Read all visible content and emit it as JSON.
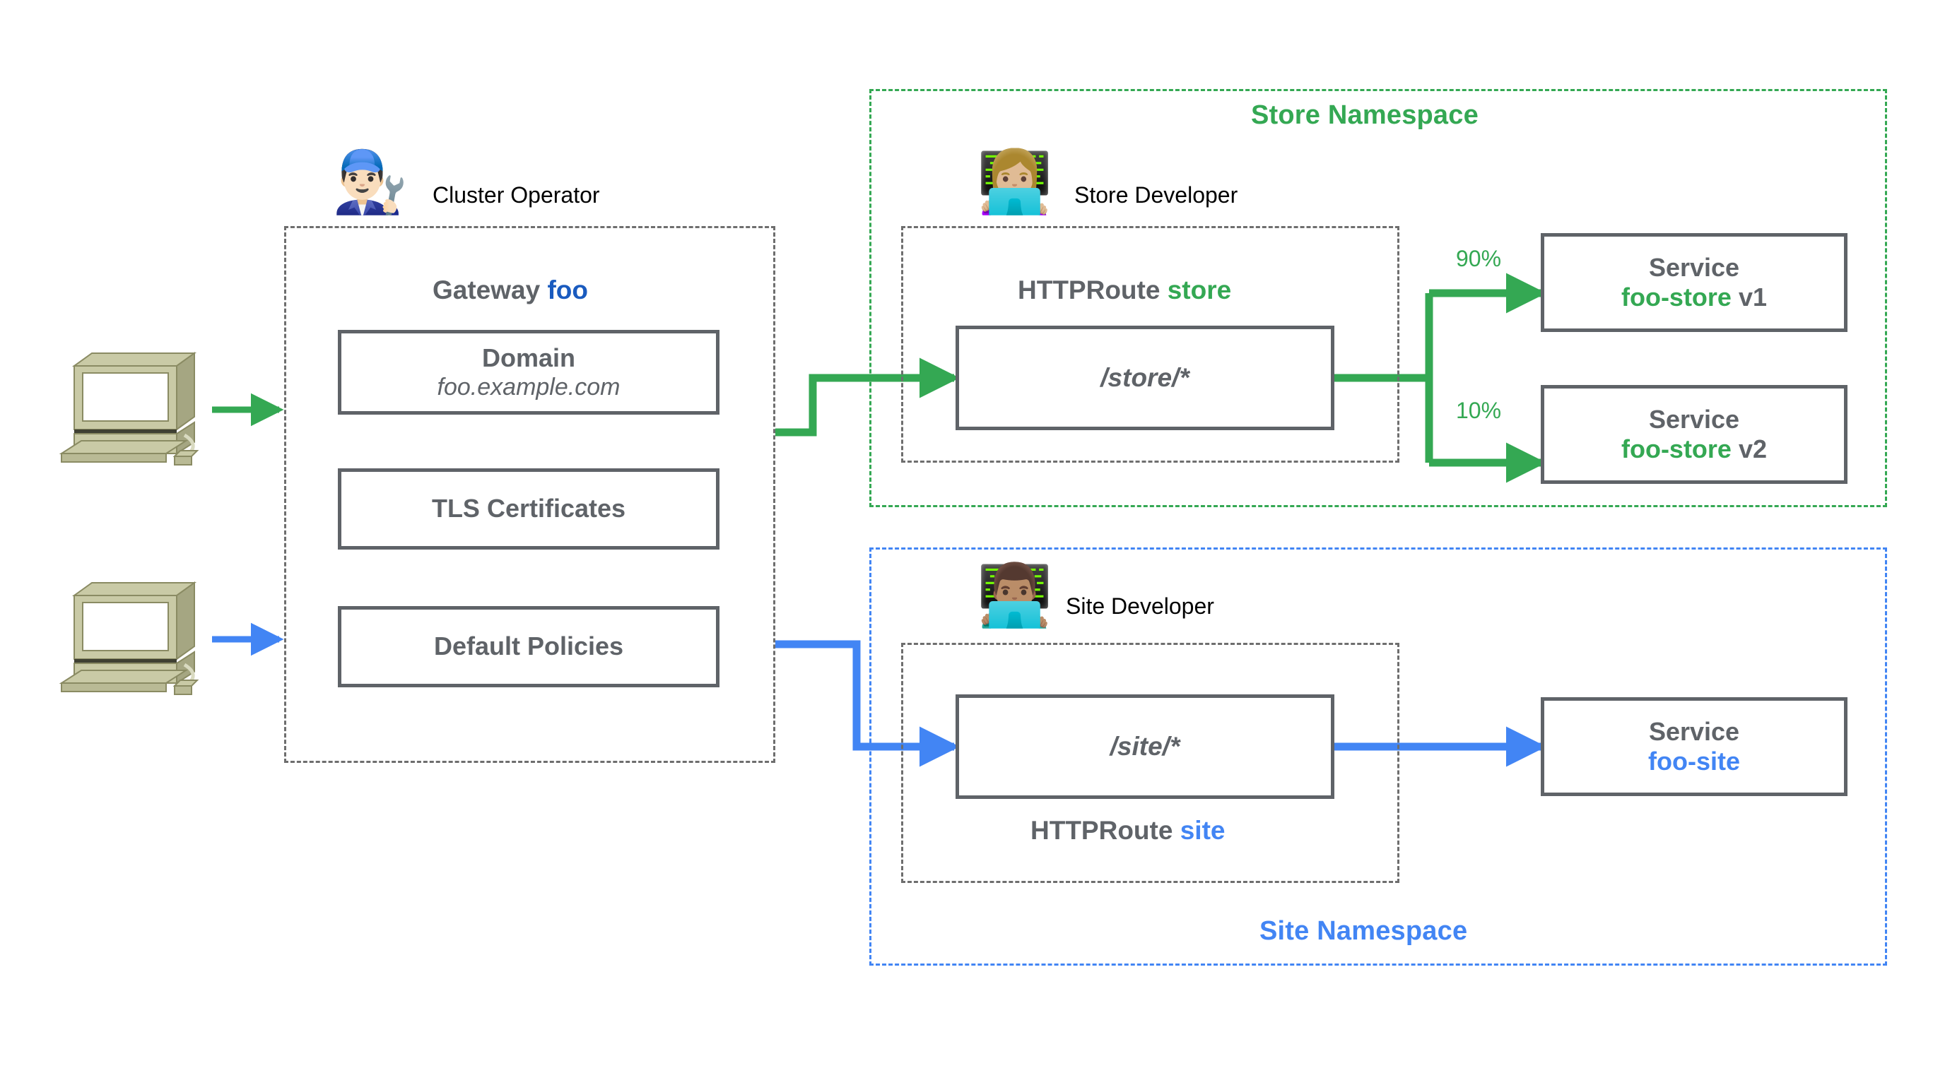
{
  "colors": {
    "green": "#34a853",
    "blue": "#4285f4",
    "deep_blue": "#1a5bbf",
    "grey_border": "#5f6368",
    "dashed_grey": "#6e6e6e",
    "text_black": "#000000",
    "background": "#ffffff"
  },
  "clients": [
    {
      "name": "client-computer-top",
      "icon": "desktop-computer-icon",
      "arrow_color": "#34a853"
    },
    {
      "name": "client-computer-bottom",
      "icon": "desktop-computer-icon",
      "arrow_color": "#4285f4"
    }
  ],
  "cluster": {
    "persona": {
      "emoji": "mechanic-icon",
      "glyph": "👨🏻‍🔧",
      "label": "Cluster Operator"
    },
    "gateway": {
      "caption_prefix": "Gateway",
      "caption_name": "foo",
      "boxes": [
        {
          "title": "Domain",
          "subtitle": "foo.example.com"
        },
        {
          "title": "TLS Certificates",
          "subtitle": ""
        },
        {
          "title": "Default Policies",
          "subtitle": ""
        }
      ]
    }
  },
  "namespaces": [
    {
      "id": "store",
      "label": "Store Namespace",
      "accent": "#34a853",
      "persona": {
        "emoji": "woman-technologist-icon",
        "glyph": "👩🏼‍💻",
        "label": "Store Developer"
      },
      "route": {
        "caption_prefix": "HTTPRoute",
        "caption_name": "store",
        "caption_position": "above",
        "path": "/store/*"
      },
      "backends": [
        {
          "title": "Service",
          "name": "foo-store",
          "version": "v1",
          "weight": "90%"
        },
        {
          "title": "Service",
          "name": "foo-store",
          "version": "v2",
          "weight": "10%"
        }
      ]
    },
    {
      "id": "site",
      "label": "Site Namespace",
      "accent": "#4285f4",
      "persona": {
        "emoji": "man-technologist-icon",
        "glyph": "👨🏽‍💻",
        "label": "Site Developer"
      },
      "route": {
        "caption_prefix": "HTTPRoute",
        "caption_name": "site",
        "caption_position": "below",
        "path": "/site/*"
      },
      "backends": [
        {
          "title": "Service",
          "name": "foo-site",
          "version": "",
          "weight": ""
        }
      ]
    }
  ]
}
